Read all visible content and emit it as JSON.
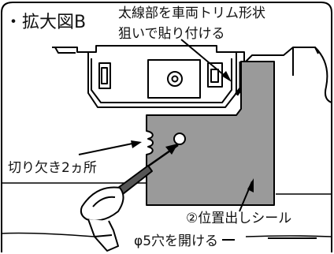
{
  "title": "・拡大図B",
  "labels": {
    "note_line1": "太線部を車両トリム形状",
    "note_line2": "狙いで貼り付ける",
    "notch": "切り欠き2ヵ所",
    "seal": "②位置出しシール",
    "hole": "φ5穴を開ける"
  },
  "colors": {
    "frame": "#000000",
    "seal_fill": "#9a9a9a",
    "background": "#ffffff"
  },
  "icons": [
    "drill-icon",
    "speaker-grille-icon"
  ]
}
